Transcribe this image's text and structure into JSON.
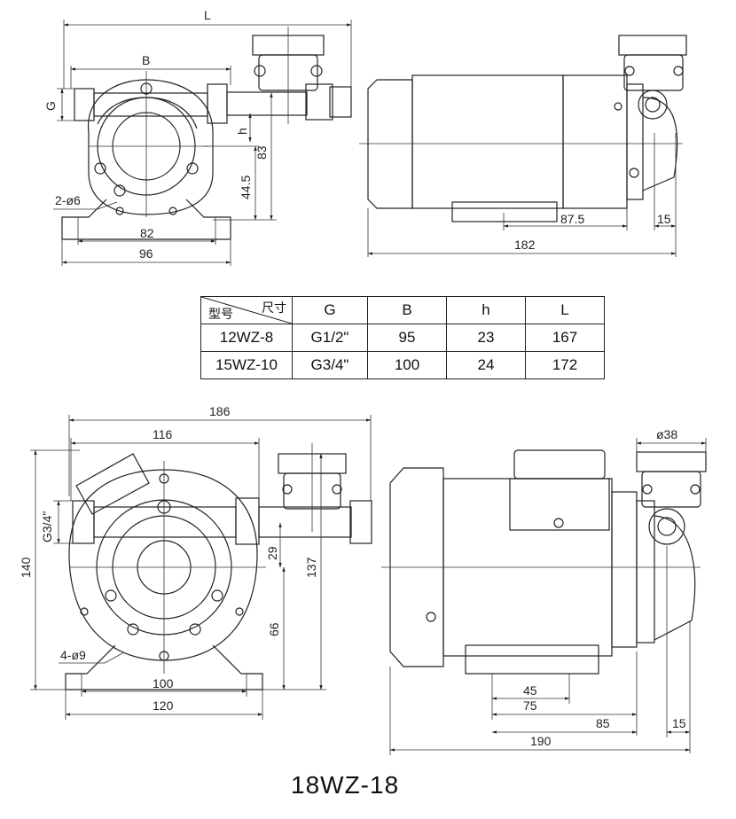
{
  "top_left_view": {
    "dims": {
      "L": "L",
      "B": "B",
      "G": "G",
      "h": "h",
      "d83": "83",
      "d44_5": "44.5",
      "holes": "2-ø6",
      "d82": "82",
      "d96": "96"
    }
  },
  "top_right_view": {
    "dims": {
      "d87_5": "87.5",
      "d15": "15",
      "d182": "182"
    }
  },
  "spec_table": {
    "corner_top": "尺寸",
    "corner_bottom": "型号",
    "headers": [
      "G",
      "B",
      "h",
      "L"
    ],
    "rows": [
      {
        "model": "12WZ-8",
        "G": "G1/2\"",
        "B": "95",
        "h": "23",
        "L": "167"
      },
      {
        "model": "15WZ-10",
        "G": "G3/4\"",
        "B": "100",
        "h": "24",
        "L": "172"
      }
    ]
  },
  "bottom_left_view": {
    "dims": {
      "d186": "186",
      "d116": "116",
      "g34": "G3/4\"",
      "d140": "140",
      "d29": "29",
      "d137": "137",
      "d66": "66",
      "holes": "4-ø9",
      "d100": "100",
      "d120": "120"
    }
  },
  "bottom_right_view": {
    "dims": {
      "d38": "ø38",
      "d45": "45",
      "d75": "75",
      "d85": "85",
      "d15": "15",
      "d190": "190"
    }
  },
  "model_label": "18WZ-18"
}
